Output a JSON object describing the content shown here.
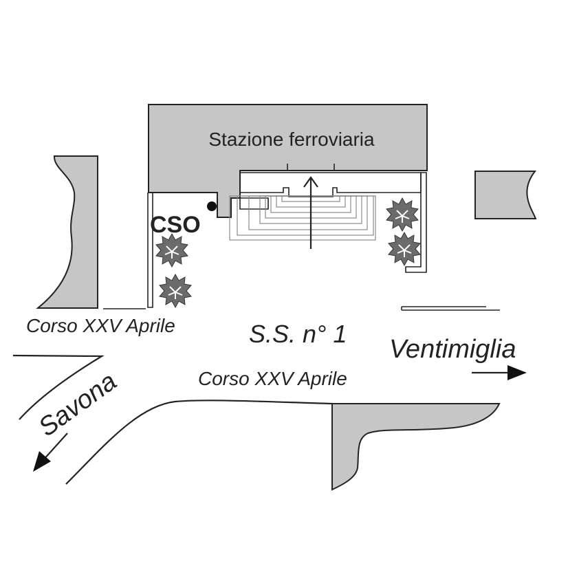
{
  "labels": {
    "station": "Stazione ferroviaria",
    "cso": "CSO",
    "street_upper": "Corso XXV Aprile",
    "street_lower": "Corso XXV Aprile",
    "highway": "S.S. n° 1",
    "west_direction": "Savona",
    "east_direction": "Ventimiglia"
  },
  "icons": {
    "cso_marker": "filled-dot-icon",
    "tree": "tree-icon",
    "arrow_station": "arrow-up-icon",
    "arrow_west": "arrow-down-left-icon",
    "arrow_east": "arrow-right-icon"
  },
  "colors": {
    "building_fill": "#c6c6c6",
    "line": "#222222",
    "steps": "#888888",
    "tree": "#666666"
  }
}
